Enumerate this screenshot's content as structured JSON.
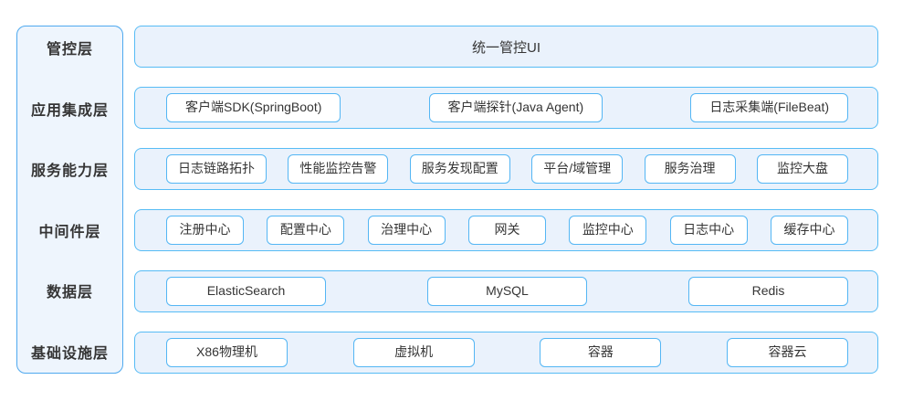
{
  "diagram": {
    "type": "layered-architecture",
    "colors": {
      "sidebar_fill": "#eef5fd",
      "sidebar_border": "#4fa9ef",
      "row_fill": "#eaf2fc",
      "row_border": "#57bcf5",
      "box_fill": "#ffffff",
      "box_border": "#54b6f4",
      "text": "#353535"
    },
    "layers": [
      {
        "label": "管控层",
        "items": [
          "统一管控UI"
        ]
      },
      {
        "label": "应用集成层",
        "items": [
          "客户端SDK(SpringBoot)",
          "客户端探针(Java Agent)",
          "日志采集端(FileBeat)"
        ]
      },
      {
        "label": "服务能力层",
        "items": [
          "日志链路拓扑",
          "性能监控告警",
          "服务发现配置",
          "平台/域管理",
          "服务治理",
          "监控大盘"
        ]
      },
      {
        "label": "中间件层",
        "items": [
          "注册中心",
          "配置中心",
          "治理中心",
          "网关",
          "监控中心",
          "日志中心",
          "缓存中心"
        ]
      },
      {
        "label": "数据层",
        "items": [
          "ElasticSearch",
          "MySQL",
          "Redis"
        ]
      },
      {
        "label": "基础设施层",
        "items": [
          "X86物理机",
          "虚拟机",
          "容器",
          "容器云"
        ]
      }
    ]
  }
}
